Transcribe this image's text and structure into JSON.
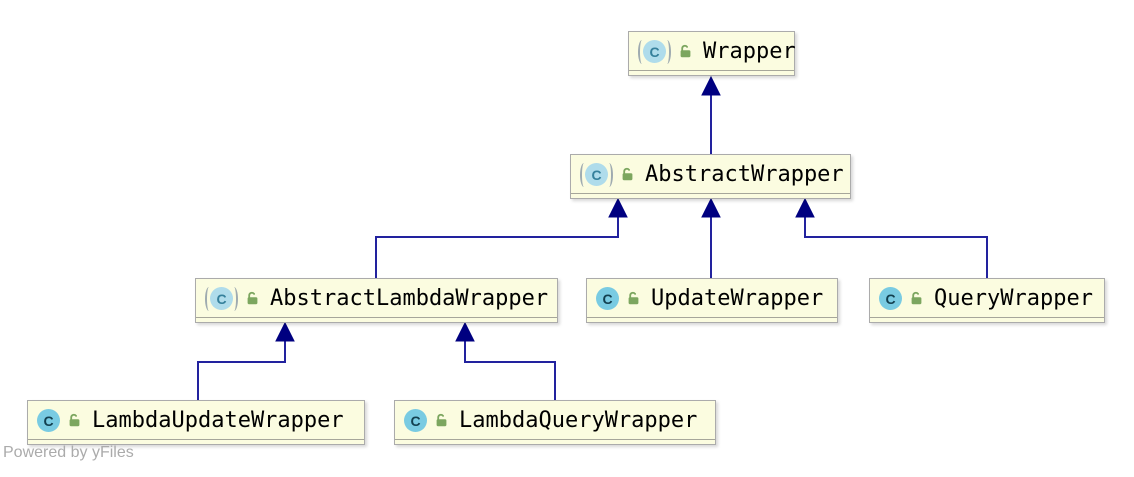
{
  "diagram": {
    "type": "uml-class-inheritance",
    "class_letter": "C",
    "nodes": [
      {
        "id": "wrapper",
        "label": "Wrapper",
        "abstract": true
      },
      {
        "id": "abstract-wrapper",
        "label": "AbstractWrapper",
        "abstract": true
      },
      {
        "id": "abstract-lambda-wrapper",
        "label": "AbstractLambdaWrapper",
        "abstract": true
      },
      {
        "id": "update-wrapper",
        "label": "UpdateWrapper",
        "abstract": false
      },
      {
        "id": "query-wrapper",
        "label": "QueryWrapper",
        "abstract": false
      },
      {
        "id": "lambda-update-wrapper",
        "label": "LambdaUpdateWrapper",
        "abstract": false
      },
      {
        "id": "lambda-query-wrapper",
        "label": "LambdaQueryWrapper",
        "abstract": false
      }
    ],
    "edges": [
      {
        "from": "AbstractWrapper",
        "to": "Wrapper",
        "type": "extends"
      },
      {
        "from": "AbstractLambdaWrapper",
        "to": "AbstractWrapper",
        "type": "extends"
      },
      {
        "from": "UpdateWrapper",
        "to": "AbstractWrapper",
        "type": "extends"
      },
      {
        "from": "QueryWrapper",
        "to": "AbstractWrapper",
        "type": "extends"
      },
      {
        "from": "LambdaUpdateWrapper",
        "to": "AbstractLambdaWrapper",
        "type": "extends"
      },
      {
        "from": "LambdaQueryWrapper",
        "to": "AbstractLambdaWrapper",
        "type": "extends"
      }
    ],
    "colors": {
      "node_fill": "#fbfce0",
      "node_border": "#ababab",
      "edge": "#22229e",
      "arrowhead": "#000080",
      "circle_concrete": "#79cbe2",
      "letter_concrete": "#123f4f",
      "circle_abstract": "#afdceb",
      "letter_abstract": "#35809b",
      "paren": "#9fabb0",
      "lock": "#7ca65f",
      "watermark": "#ababab"
    }
  },
  "watermark": "Powered by yFiles"
}
